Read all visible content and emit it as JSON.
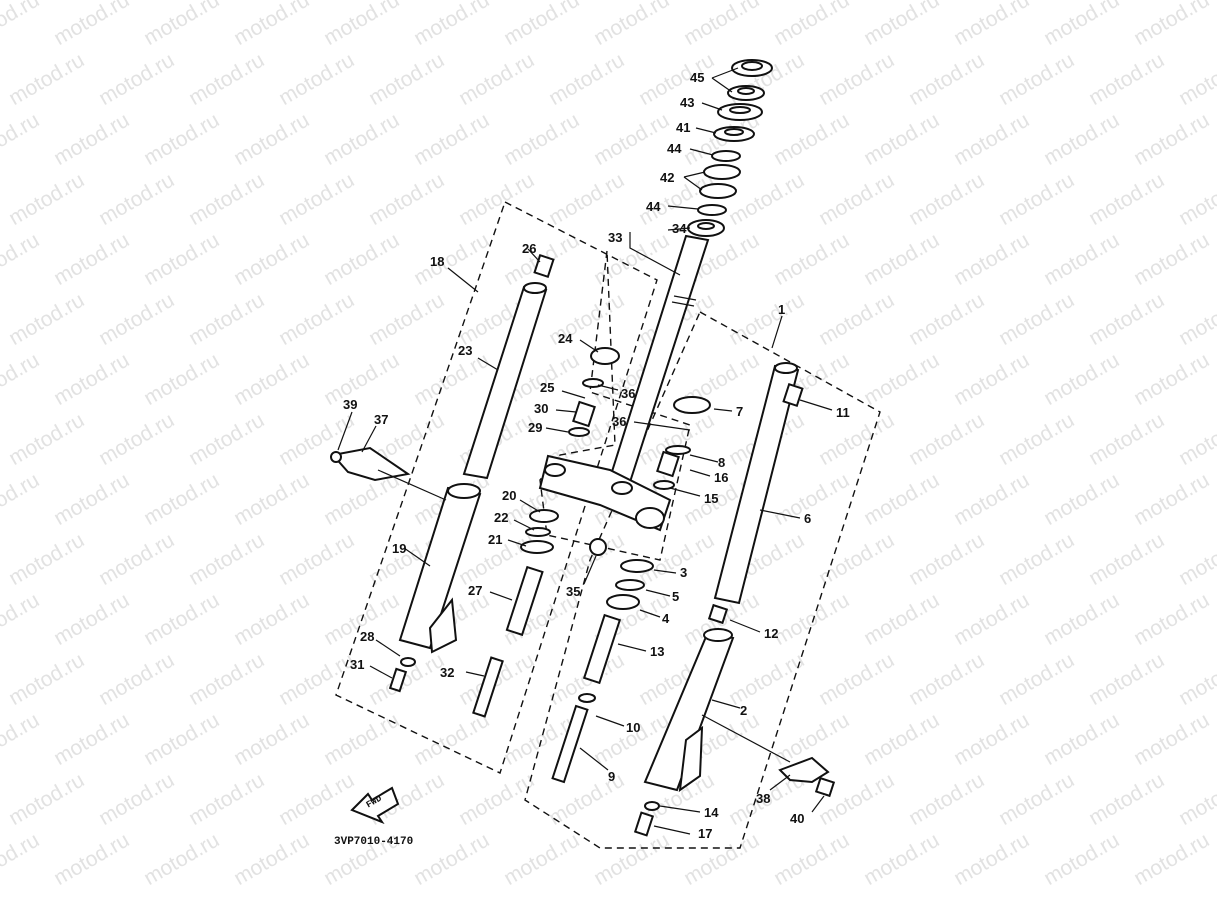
{
  "watermark": "motod.ru",
  "diagram_code": "3VP7010-4170",
  "fwd_label": "FWD",
  "labels": [
    "45",
    "43",
    "41",
    "44",
    "42",
    "44",
    "34",
    "33",
    "26",
    "18",
    "23",
    "24",
    "25",
    "36",
    "30",
    "29",
    "36",
    "7",
    "8",
    "16",
    "15",
    "1",
    "11",
    "6",
    "39",
    "37",
    "20",
    "22",
    "21",
    "19",
    "27",
    "35",
    "3",
    "5",
    "4",
    "12",
    "28",
    "31",
    "32",
    "13",
    "10",
    "2",
    "9",
    "38",
    "40",
    "14",
    "17"
  ]
}
